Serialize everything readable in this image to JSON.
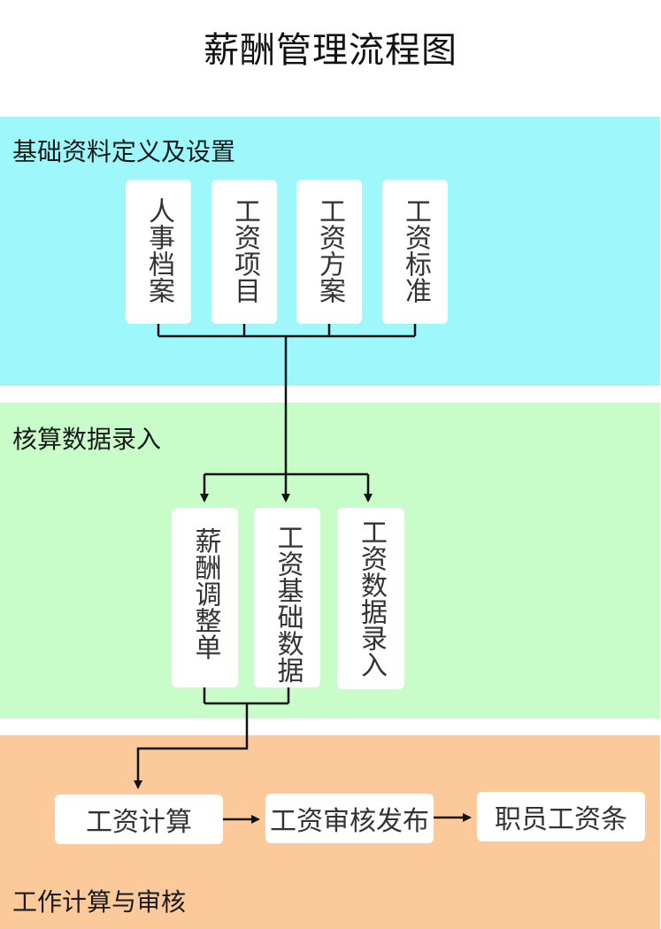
{
  "title": "薪酬管理流程图",
  "sections": {
    "setup": {
      "label": "基础资料定义及设置",
      "items": [
        "人事档案",
        "工资项目",
        "工资方案",
        "工资标准"
      ]
    },
    "entry": {
      "label": "核算数据录入",
      "items": [
        "薪酬调整单",
        "工资基础数据",
        "工资数据录入"
      ]
    },
    "calc": {
      "label": "工作计算与审核",
      "steps": [
        "工资计算",
        "工资审核发布",
        "职员工资条"
      ]
    }
  },
  "colors": {
    "band_setup": "#9ef8fb",
    "band_entry": "#c8fcc9",
    "band_calc": "#fcc99a",
    "box": "#ffffff",
    "line": "#111111"
  }
}
